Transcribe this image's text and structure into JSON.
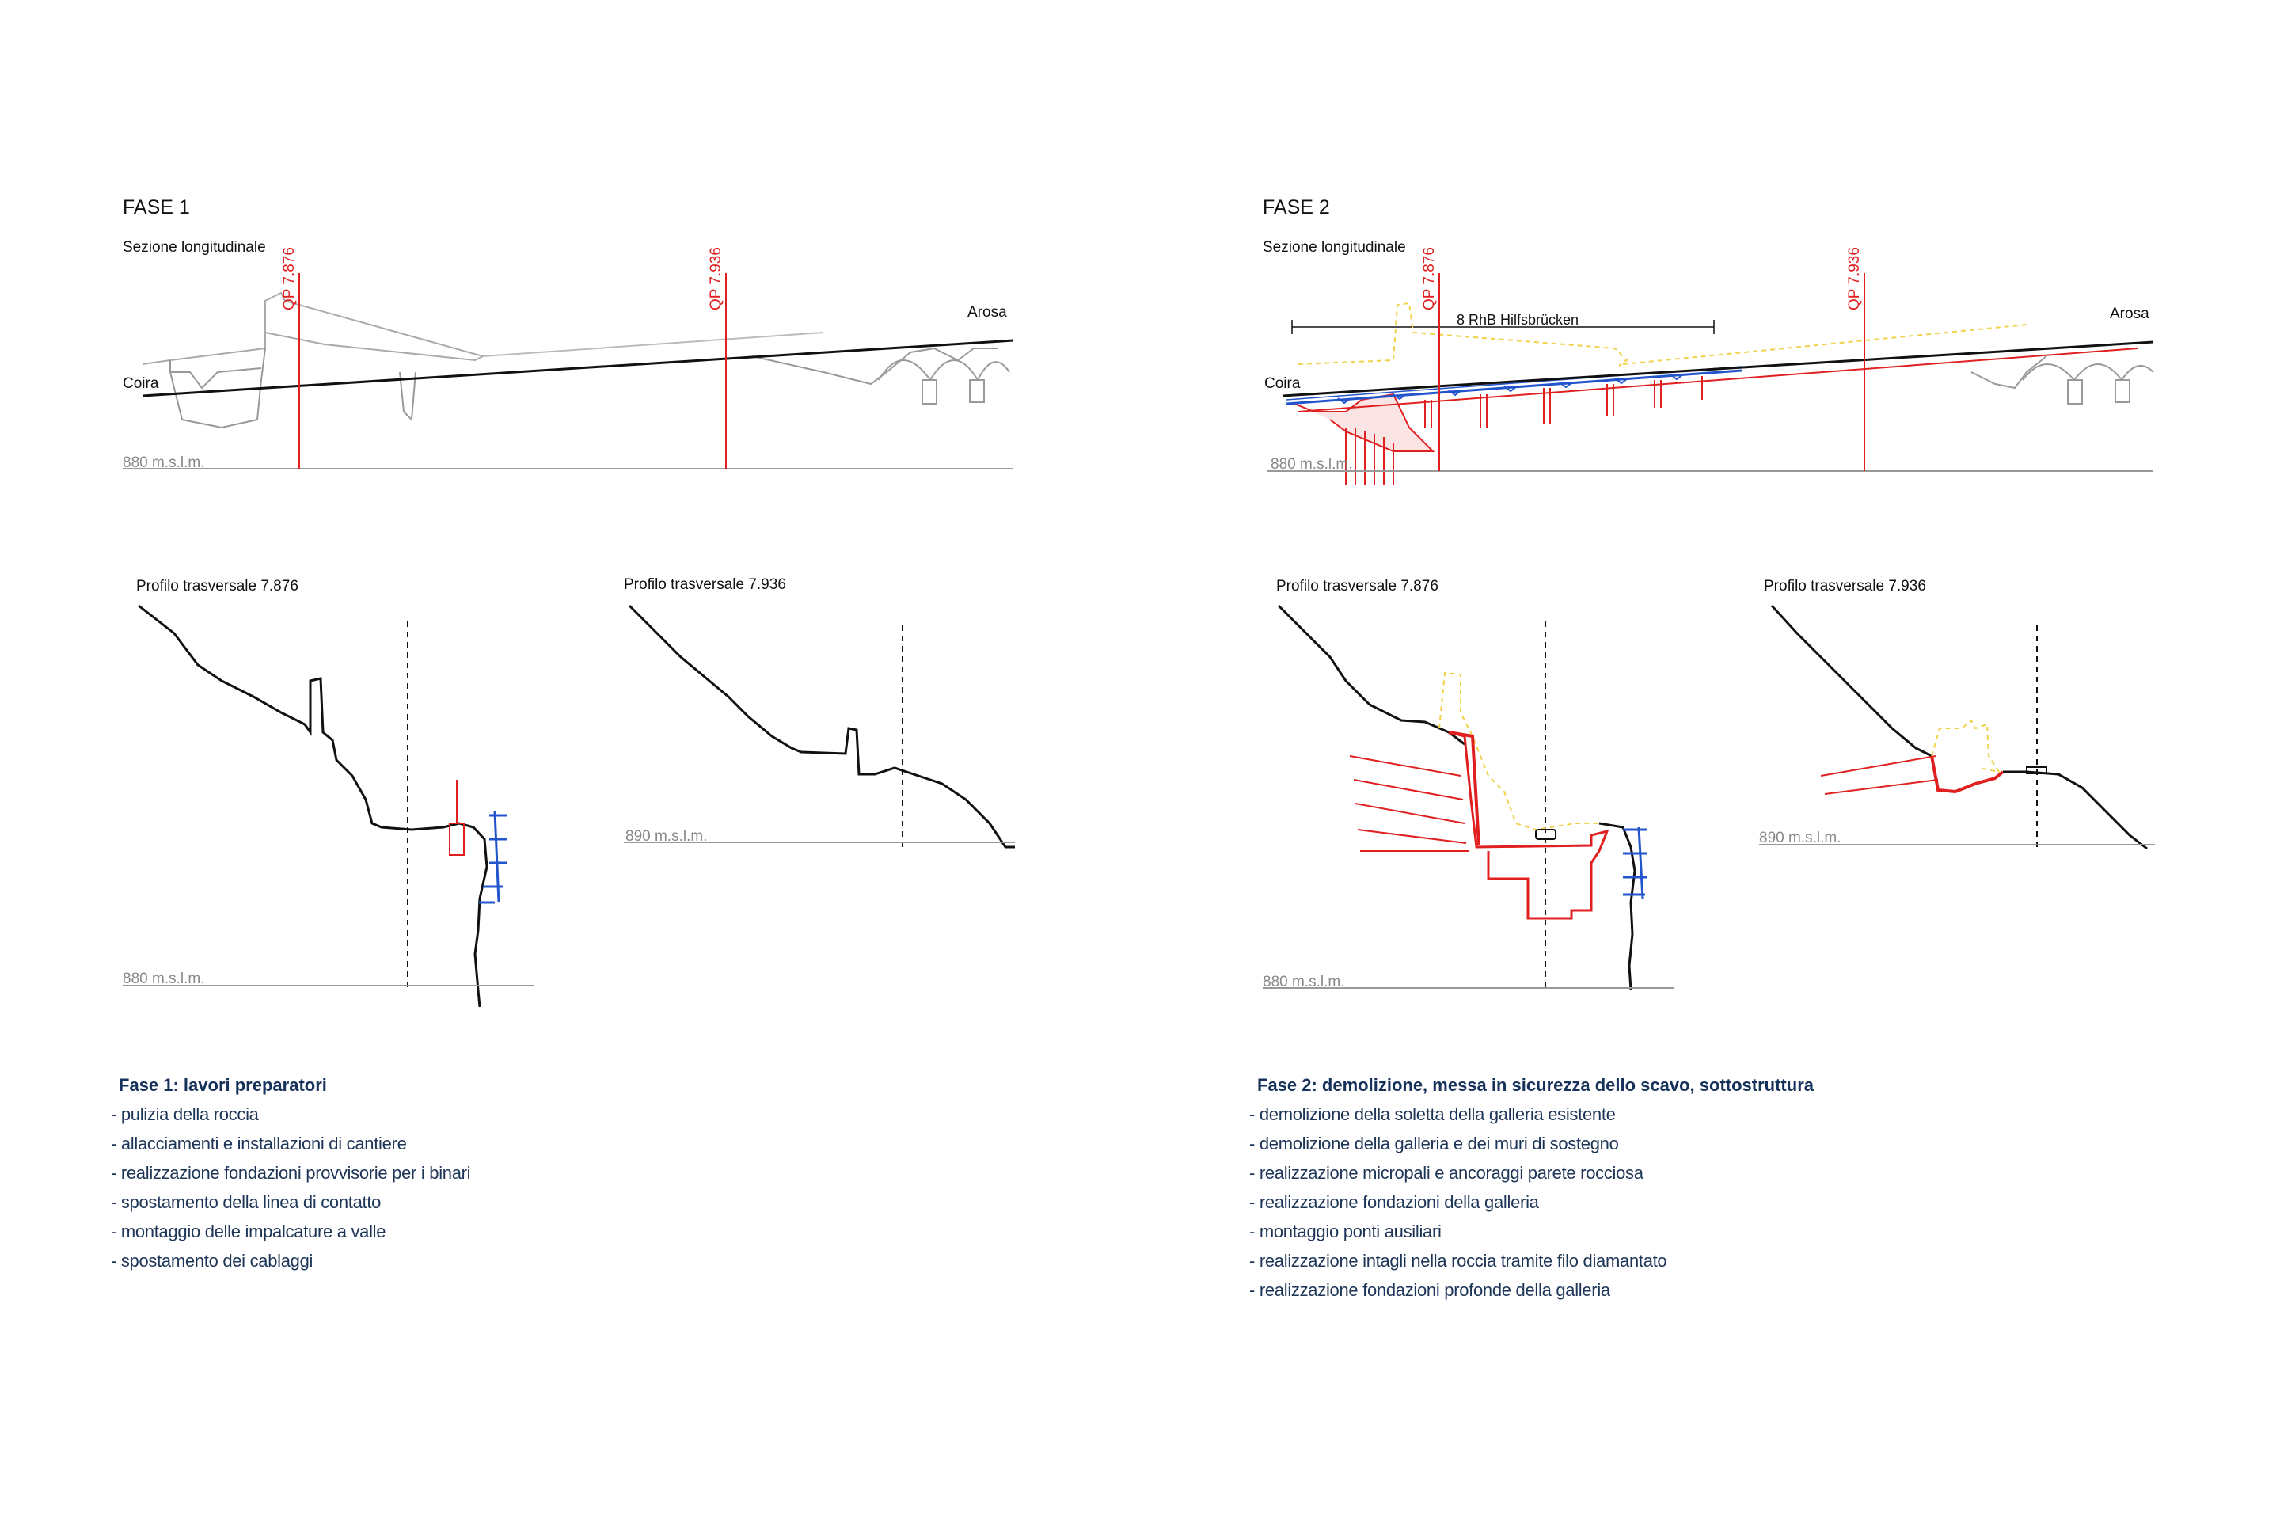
{
  "fase1": {
    "title": "FASE 1",
    "section_label": "Sezione longitudinale",
    "qp_a": "QP 7.876",
    "qp_b": "QP 7.936",
    "left_place": "Coira",
    "right_place": "Arosa",
    "elev_long": "880 m.s.l.m.",
    "profile_a_label": "Profilo trasversale 7.876",
    "profile_a_elev": "880 m.s.l.m.",
    "profile_b_label": "Profilo trasversale 7.936",
    "profile_b_elev": "890 m.s.l.m.",
    "desc_title": "Fase 1: lavori preparatori",
    "items": [
      "- pulizia della roccia",
      "- allacciamenti e installazioni di cantiere",
      "- realizzazione fondazioni provvisorie per i binari",
      "- spostamento della linea di contatto",
      "- montaggio delle impalcature a valle",
      "- spostamento dei cablaggi"
    ]
  },
  "fase2": {
    "title": "FASE 2",
    "section_label": "Sezione longitudinale",
    "qp_a": "QP 7.876",
    "qp_b": "QP 7.936",
    "span_label": "8 RhB Hilfsbrücken",
    "left_place": "Coira",
    "right_place": "Arosa",
    "elev_long": "880 m.s.l.m.",
    "profile_a_label": "Profilo trasversale 7.876",
    "profile_a_elev": "880 m.s.l.m.",
    "profile_b_label": "Profilo trasversale 7.936",
    "profile_b_elev": "890 m.s.l.m.",
    "desc_title": "Fase 2: demolizione, messa in sicurezza dello scavo, sottostruttura",
    "items": [
      "- demolizione della soletta della galleria esistente",
      "- demolizione della galleria e dei muri di sostegno",
      "- realizzazione micropali e ancoraggi parete rocciosa",
      "- realizzazione fondazioni della galleria",
      "- montaggio ponti ausiliari",
      "- realizzazione intagli nella roccia tramite filo diamantato",
      "- realizzazione fondazioni profonde della galleria"
    ]
  },
  "colors": {
    "section_red": "#e02020",
    "support_blue": "#2255cc",
    "demolition_yellow": "#f0d24a",
    "text_navy": "#16315a",
    "ground_grey": "#888888"
  }
}
